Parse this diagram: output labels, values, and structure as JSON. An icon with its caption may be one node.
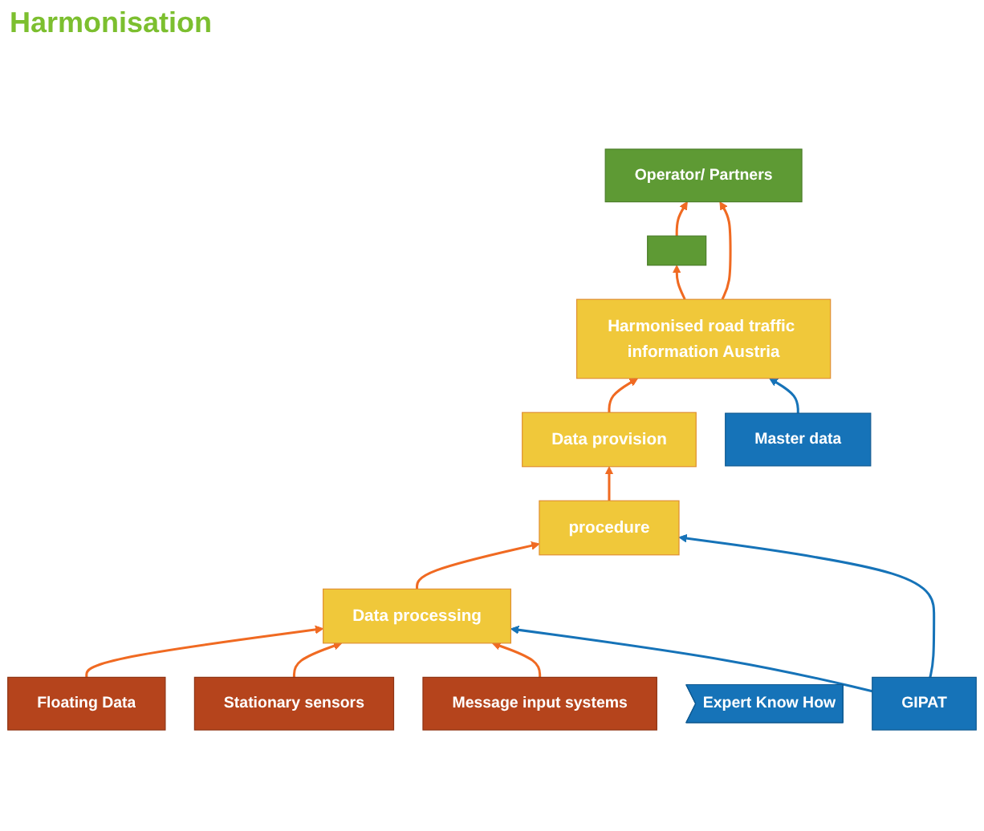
{
  "diagram": {
    "nodes": [
      {
        "text": [],
        "shape": "box"
      },
      {
        "text": [
          "Operator/ Partners"
        ]
      },
      {
        "text": [
          "Harmonised road traffic information Austria"
        ]
      },
      {
        "text": [
          "Data provision"
        ]
      },
      {
        "text": [
          "procedure"
        ]
      },
      {
        "text": [
          "Data processing"
        ]
      },
      {
        "text": [
          "Floating Data"
        ]
      },
      {
        "text": [
          "Stationary sensors"
        ]
      },
      {
        "text": [
          "Message input systems"
        ]
      },
      {
        "text": [
          "Expert Know How"
        ]
      },
      {
        "text": [
          "Master data"
        ]
      },
      {
        "text": [
          "GIPAT"
        ]
      }
    ],
    "edges": [
      {
        "from": 0,
        "to": 1,
        "arrow": "to"
      },
      {
        "from": 2,
        "to": 0,
        "arrow": "to"
      },
      {
        "from": 2,
        "to": 1,
        "arrow": "to"
      },
      {
        "from": 3,
        "to": 2,
        "arrow": "to"
      },
      {
        "from": 4,
        "to": 3,
        "arrow": "to"
      },
      {
        "from": 5,
        "to": 4,
        "arrow": "to"
      },
      {
        "from": 6,
        "to": 5,
        "arrow": "to"
      },
      {
        "from": 7,
        "to": 5,
        "arrow": "to"
      },
      {
        "from": 8,
        "to": 5,
        "arrow": "to"
      },
      {
        "from": 10,
        "to": 2,
        "arrow": "to",
        "color": "#1673b8"
      },
      {
        "from": 11,
        "to": 4,
        "arrow": "to",
        "color": "#1673b8"
      },
      {
        "from": 11,
        "to": 5,
        "arrow": "to",
        "color": "#1673b8"
      }
    ],
    "labels": [
      "Harmonisation"
    ]
  }
}
